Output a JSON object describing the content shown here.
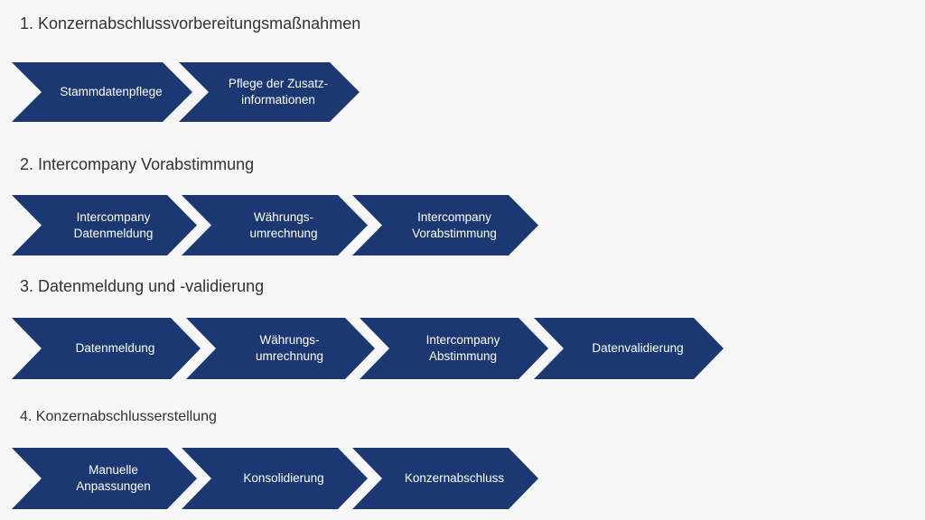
{
  "colors": {
    "chevron": "#1b3873",
    "background": "#f7f7f7",
    "heading_text": "#333333"
  },
  "sections": [
    {
      "title": "1. Konzernabschlussvorbereitungsmaßnahmen",
      "steps": [
        "Stammdatenpflege",
        "Pflege der Zusatz-\ninformationen"
      ]
    },
    {
      "title": "2. Intercompany Vorabstimmung",
      "steps": [
        "Intercompany\nDatenmeldung",
        "Währungs-\numrechnung",
        "Intercompany\nVorabstimmung"
      ]
    },
    {
      "title": "3. Datenmeldung und -validierung",
      "steps": [
        "Datenmeldung",
        "Währungs-\numrechnung",
        "Intercompany\nAbstimmung",
        "Datenvalidierung"
      ]
    },
    {
      "title": "4. Konzernabschlusserstellung",
      "steps": [
        "Manuelle\nAnpassungen",
        "Konsolidierung",
        "Konzernabschluss"
      ]
    }
  ]
}
